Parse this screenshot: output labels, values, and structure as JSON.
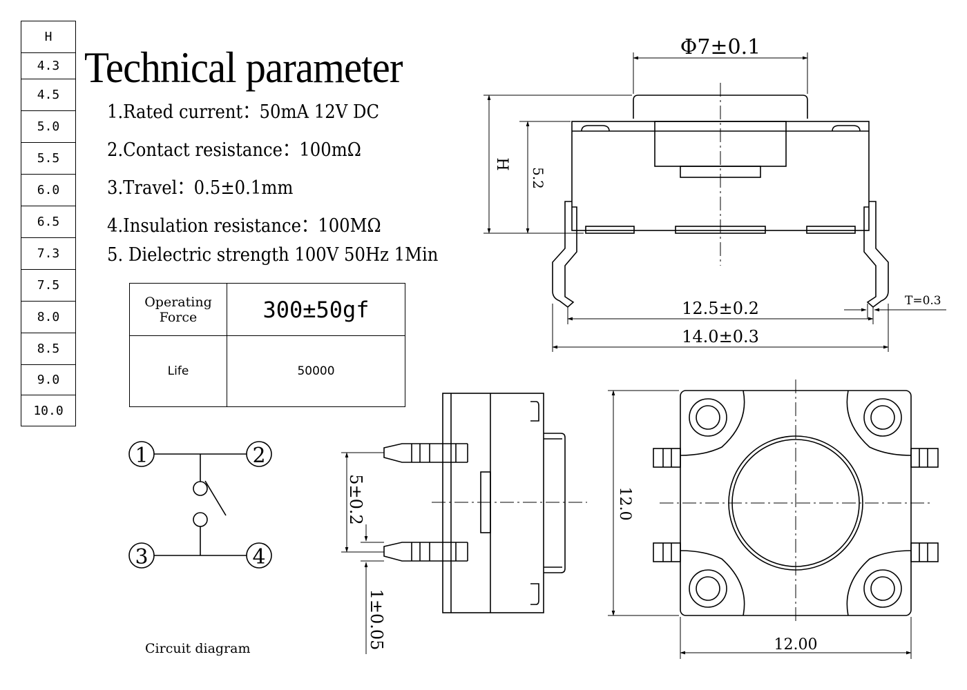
{
  "h_table": {
    "header": "H",
    "values": [
      "4.3",
      "4.5",
      "5.0",
      "5.5",
      "6.0",
      "6.5",
      "7.3",
      "7.5",
      "8.0",
      "8.5",
      "9.0",
      "10.0"
    ]
  },
  "title": "Technical parameter",
  "parameters": [
    "1.Rated current：50mA 12V DC",
    "2.Contact resistance：100mΩ",
    "3.Travel：0.5±0.1mm",
    "4.Insulation resistance：100MΩ",
    "5. Dielectric strength 100V 50Hz 1Min"
  ],
  "spec_table": {
    "operating_force_label_1": "Operating",
    "operating_force_label_2": "Force",
    "operating_force_value": "300±50gf",
    "life_label": "Life",
    "life_value": "50000"
  },
  "circuit": {
    "pin1": "1",
    "pin2": "2",
    "pin3": "3",
    "pin4": "4",
    "caption": "Circuit diagram"
  },
  "dimensions": {
    "cap_diameter": "Φ7±0.1",
    "height_label": "H",
    "body_height": "5.2",
    "inner_span": "12.5±0.2",
    "outer_span": "14.0±0.3",
    "thickness": "T=0.3",
    "pin_pitch": "5±0.2",
    "pin_width": "1±0.05",
    "body_side": "12.0",
    "body_width": "12.00"
  }
}
